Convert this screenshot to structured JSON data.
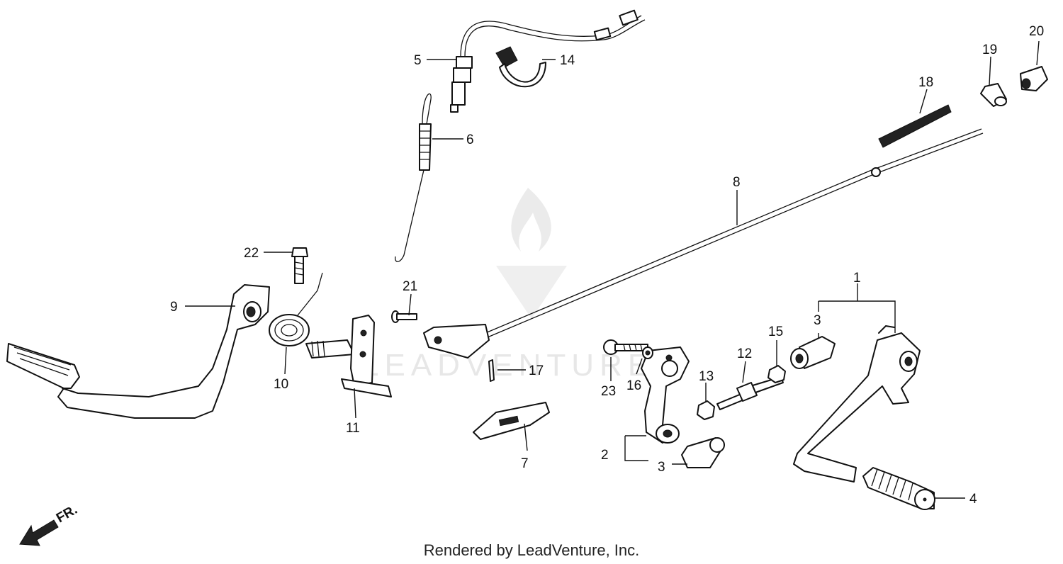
{
  "footer": {
    "text": "Rendered by LeadVenture, Inc."
  },
  "watermark": {
    "text": "LEADVENTURE"
  },
  "direction": {
    "label": "FR."
  },
  "callouts": {
    "c1": "1",
    "c2": "2",
    "c3a": "3",
    "c3b": "3",
    "c4": "4",
    "c5": "5",
    "c6": "6",
    "c7": "7",
    "c8": "8",
    "c9": "9",
    "c10": "10",
    "c11": "11",
    "c12": "12",
    "c13": "13",
    "c14": "14",
    "c15": "15",
    "c16": "16",
    "c17": "17",
    "c18": "18",
    "c19": "19",
    "c20": "20",
    "c21": "21",
    "c22": "22",
    "c23": "23"
  },
  "colors": {
    "ink": "#111111",
    "watermark": "#d4d4d4",
    "background": "#ffffff"
  }
}
